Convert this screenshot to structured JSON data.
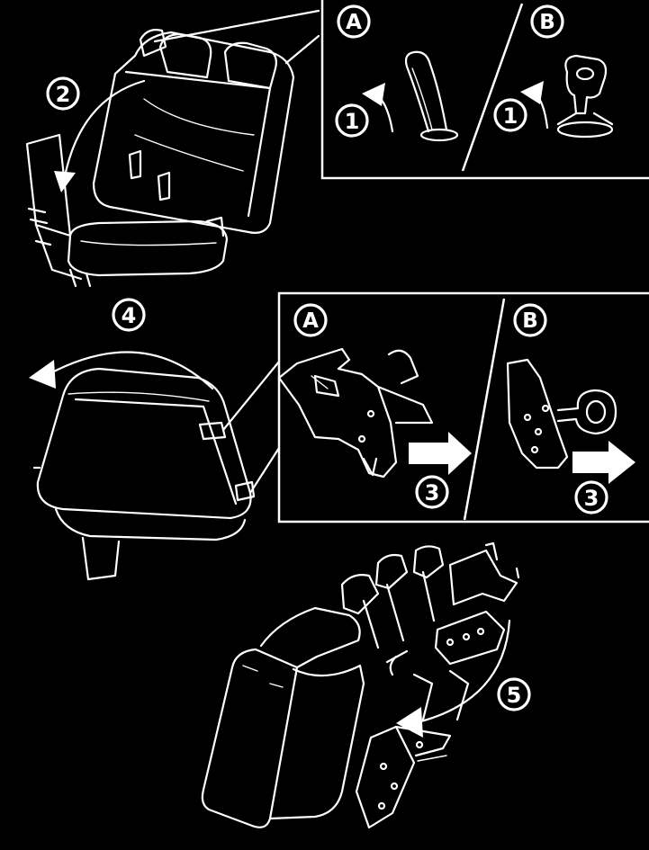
{
  "colors": {
    "background": "#000000",
    "line": "#ffffff"
  },
  "callouts": {
    "step1_a": "1",
    "step1_b": "1",
    "step2": "2",
    "step3_a": "3",
    "step3_b": "3",
    "step4": "4",
    "step5": "5",
    "panel_top_a": "A",
    "panel_top_b": "B",
    "panel_mid_a": "A",
    "panel_mid_b": "B"
  }
}
